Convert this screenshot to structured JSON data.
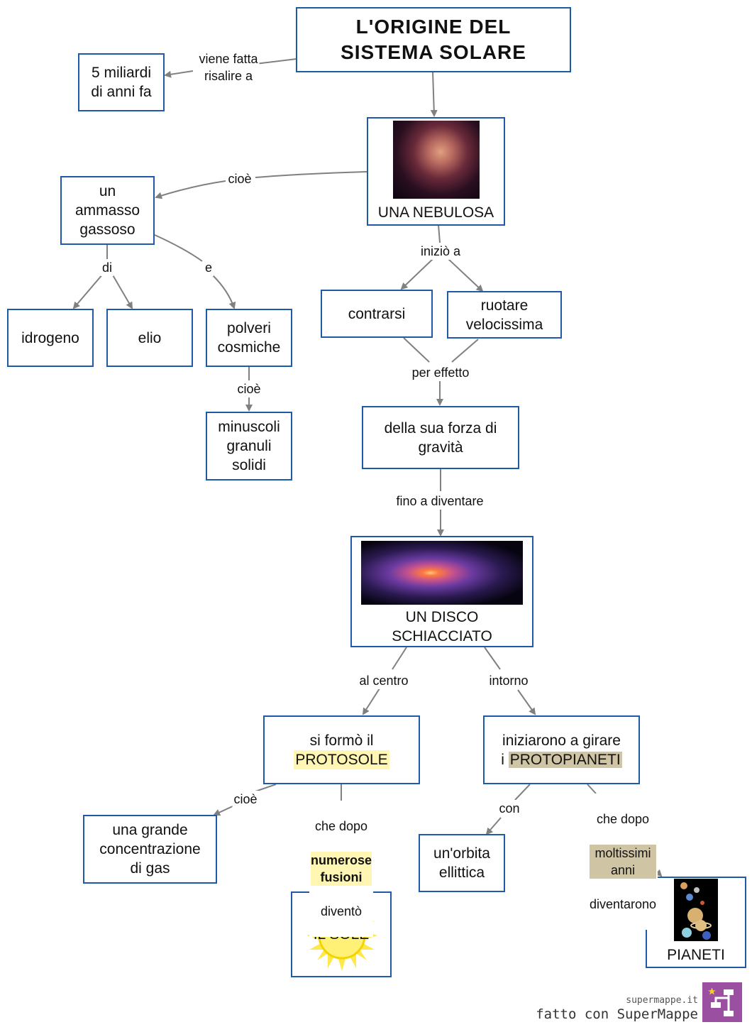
{
  "nodes": {
    "title": "L'ORIGINE DEL\nSISTEMA SOLARE",
    "years": "5 miliardi\ndi anni fa",
    "nebula": "UNA NEBULOSA",
    "gas_mass": "un\nammasso\ngassoso",
    "hydrogen": "idrogeno",
    "helium": "elio",
    "dust": "polveri\ncosmiche",
    "granules": "minuscoli\ngranuli\nsolidi",
    "contract": "contrarsi",
    "rotate": "ruotare\nvelocissima",
    "gravity": "della sua forza di\ngravità",
    "disc": "UN DISCO\nSCHIACCIATO",
    "protosun_line1": "si formò il",
    "protosun_line2": "PROTOSOLE",
    "protoplanets_line1": "iniziarono a girare",
    "protoplanets_prefix": "i ",
    "protoplanets_line2": "PROTOPIANETI",
    "gas_conc": "una grande\nconcentrazione\ndi gas",
    "sun": "IL SOLE",
    "orbit": "un'orbita\nellittica",
    "planets": "PIANETI"
  },
  "edges": {
    "traced": "viene fatta\nrisalire a",
    "cioe1": "cioè",
    "di": "di",
    "e": "e",
    "cioe2": "cioè",
    "began": "iniziò a",
    "effect": "per effetto",
    "until": "fino a diventare",
    "center": "al centro",
    "around": "intorno",
    "cioe3": "cioè",
    "then1_a": "che dopo",
    "then1_b": "numerose\nfusioni",
    "then1_c": "diventò",
    "with": "con",
    "then2_a": "che dopo",
    "then2_b": "moltissimi\nanni",
    "then2_c": "diventarono"
  },
  "branding": {
    "site": "supermappe.it",
    "made_with": "fatto con SuperMappe"
  },
  "colors": {
    "border": "#1f5aa8",
    "arrow": "#808080",
    "highlight_yellow": "#fff6b3",
    "highlight_khaki": "#cfc4a3"
  }
}
